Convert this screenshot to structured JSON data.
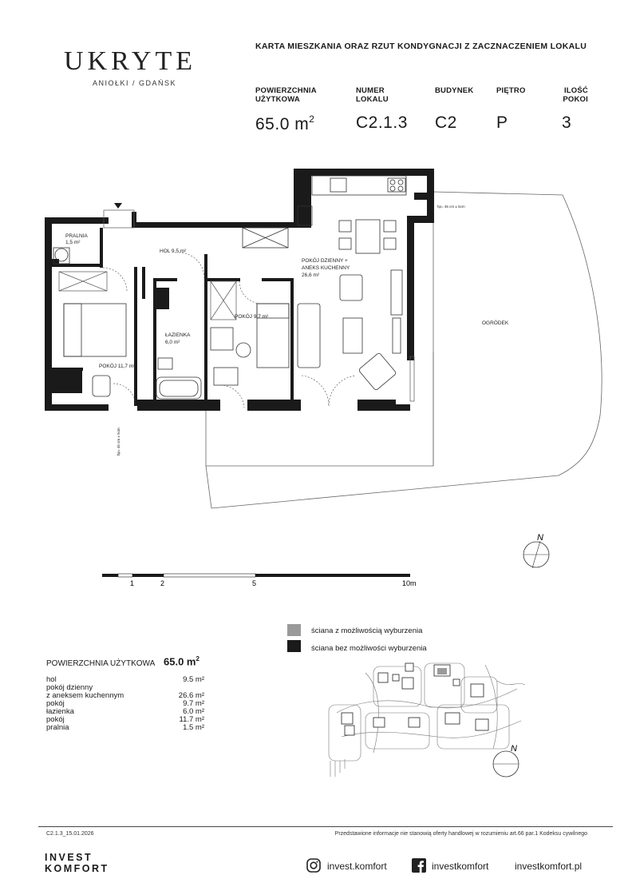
{
  "brand": {
    "logo": "UKRYTE",
    "location": "ANIOŁKI / GDAŃSK",
    "developer_line1": "INVEST",
    "developer_line2": "KOMFORT"
  },
  "header": {
    "title": "KARTA MIESZKANIA ORAZ RZUT KONDYGNACJI Z ZACZNACZENIEM LOKALU",
    "fields": [
      {
        "label1": "POWIERZCHNIA",
        "label2": "UŻYTKOWA",
        "value": "65.0 m",
        "sup": "2"
      },
      {
        "label1": "NUMER",
        "label2": "LOKALU",
        "value": "C2.1.3",
        "sup": ""
      },
      {
        "label1": "BUDYNEK",
        "label2": "",
        "value": "C2",
        "sup": ""
      },
      {
        "label1": "PIĘTRO",
        "label2": "",
        "value": "P",
        "sup": ""
      },
      {
        "label1": "ILOŚĆ",
        "label2": "POKOI",
        "value": "3",
        "sup": ""
      }
    ]
  },
  "plan": {
    "rooms": {
      "pralnia": "PRALNIA",
      "pralnia_area": "1,5 m²",
      "hol": "HOL  9,5 m²",
      "pokoj_dzienny_1": "POKÓJ DZIENNY +",
      "pokoj_dzienny_2": "ANEKS KUCHENNY",
      "pokoj_dzienny_area": "26,6 m²",
      "lazienka": "ŁAZIENKA",
      "lazienka_area": "6,0 m²",
      "pokoj_small": "POKÓJ  9,7 m²",
      "pokoj_large": "POKÓJ  11,7 m²",
      "ogrodek": "OGRÓDEK"
    },
    "dim_note_top": "hp= 45 cm ± 5cm",
    "dim_note_left": "hp= 45 cm ± 5cm",
    "compass_letter": "N"
  },
  "scale": {
    "labels": [
      "1",
      "2",
      "5",
      "10m"
    ]
  },
  "legend": [
    {
      "color": "#9a9a9a",
      "text": "ściana z możliwością wyburzenia"
    },
    {
      "color": "#1a1a1a",
      "text": "ściana bez możliwości wyburzenia"
    }
  ],
  "areas": {
    "total_label": "POWIERZCHNIA UŻYTKOWA",
    "total_value": "65.0 m",
    "total_sup": "2",
    "rows": [
      {
        "name": "hol",
        "value": "9.5 m²"
      },
      {
        "name": "pokój dzienny",
        "value": ""
      },
      {
        "name": "z aneksem kuchennym",
        "value": "26.6 m²"
      },
      {
        "name": "pokój",
        "value": "9.7 m²"
      },
      {
        "name": "łazienka",
        "value": "6.0 m²"
      },
      {
        "name": "pokój",
        "value": "11.7 m²"
      },
      {
        "name": "pralnia",
        "value": "1.5 m²"
      }
    ]
  },
  "site_map": {
    "compass_letter": "N"
  },
  "footer": {
    "code": "C2.1.3_15.01.2026",
    "disclaimer": "Przedstawione informacje nie stanowią oferty handlowej w rozumieniu art.66 par.1 Kodeksu cywilnego",
    "instagram": "invest.komfort",
    "facebook": "investkomfort",
    "website": "investkomfort.pl"
  }
}
